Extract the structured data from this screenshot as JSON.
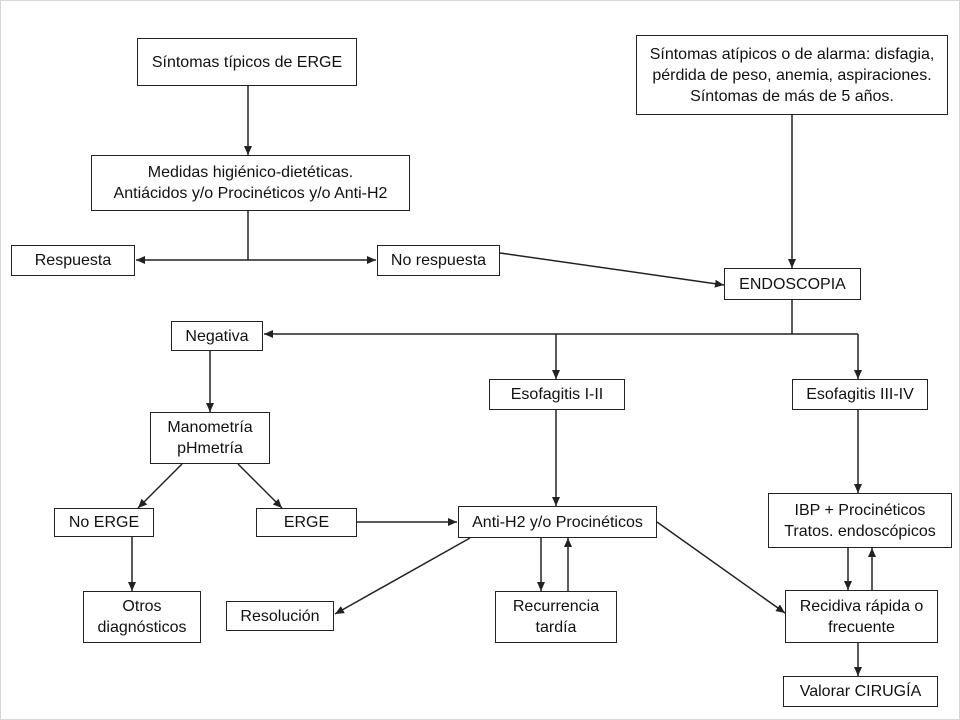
{
  "nodes": {
    "sintomas_tipicos": "Síntomas típicos de ERGE",
    "sintomas_atipicos": "Síntomas atípicos o de alarma: disfagia,\npérdida de peso, anemia, aspiraciones.\nSíntomas de más de 5 años.",
    "medidas": "Medidas higiénico-dietéticas.\nAntiácidos y/o Procinéticos y/o Anti-H2",
    "respuesta": "Respuesta",
    "no_respuesta": "No respuesta",
    "endoscopia": "ENDOSCOPIA",
    "negativa": "Negativa",
    "esofagitis_1_2": "Esofagitis I-II",
    "esofagitis_3_4": "Esofagitis III-IV",
    "manometria": "Manometría\npHmetría",
    "no_erge": "No ERGE",
    "erge": "ERGE",
    "anti_h2": "Anti-H2 y/o Procinéticos",
    "ibp": "IBP + Procinéticos\nTratos. endoscópicos",
    "otros": "Otros\ndiagnósticos",
    "resolucion": "Resolución",
    "recurrencia": "Recurrencia\ntardía",
    "recidiva": "Recidiva rápida o\nfrecuente",
    "cirugia": "Valorar CIRUGÍA"
  },
  "colors": {
    "line": "#222222",
    "border": "#222222",
    "frame": "#d7d7d7"
  }
}
